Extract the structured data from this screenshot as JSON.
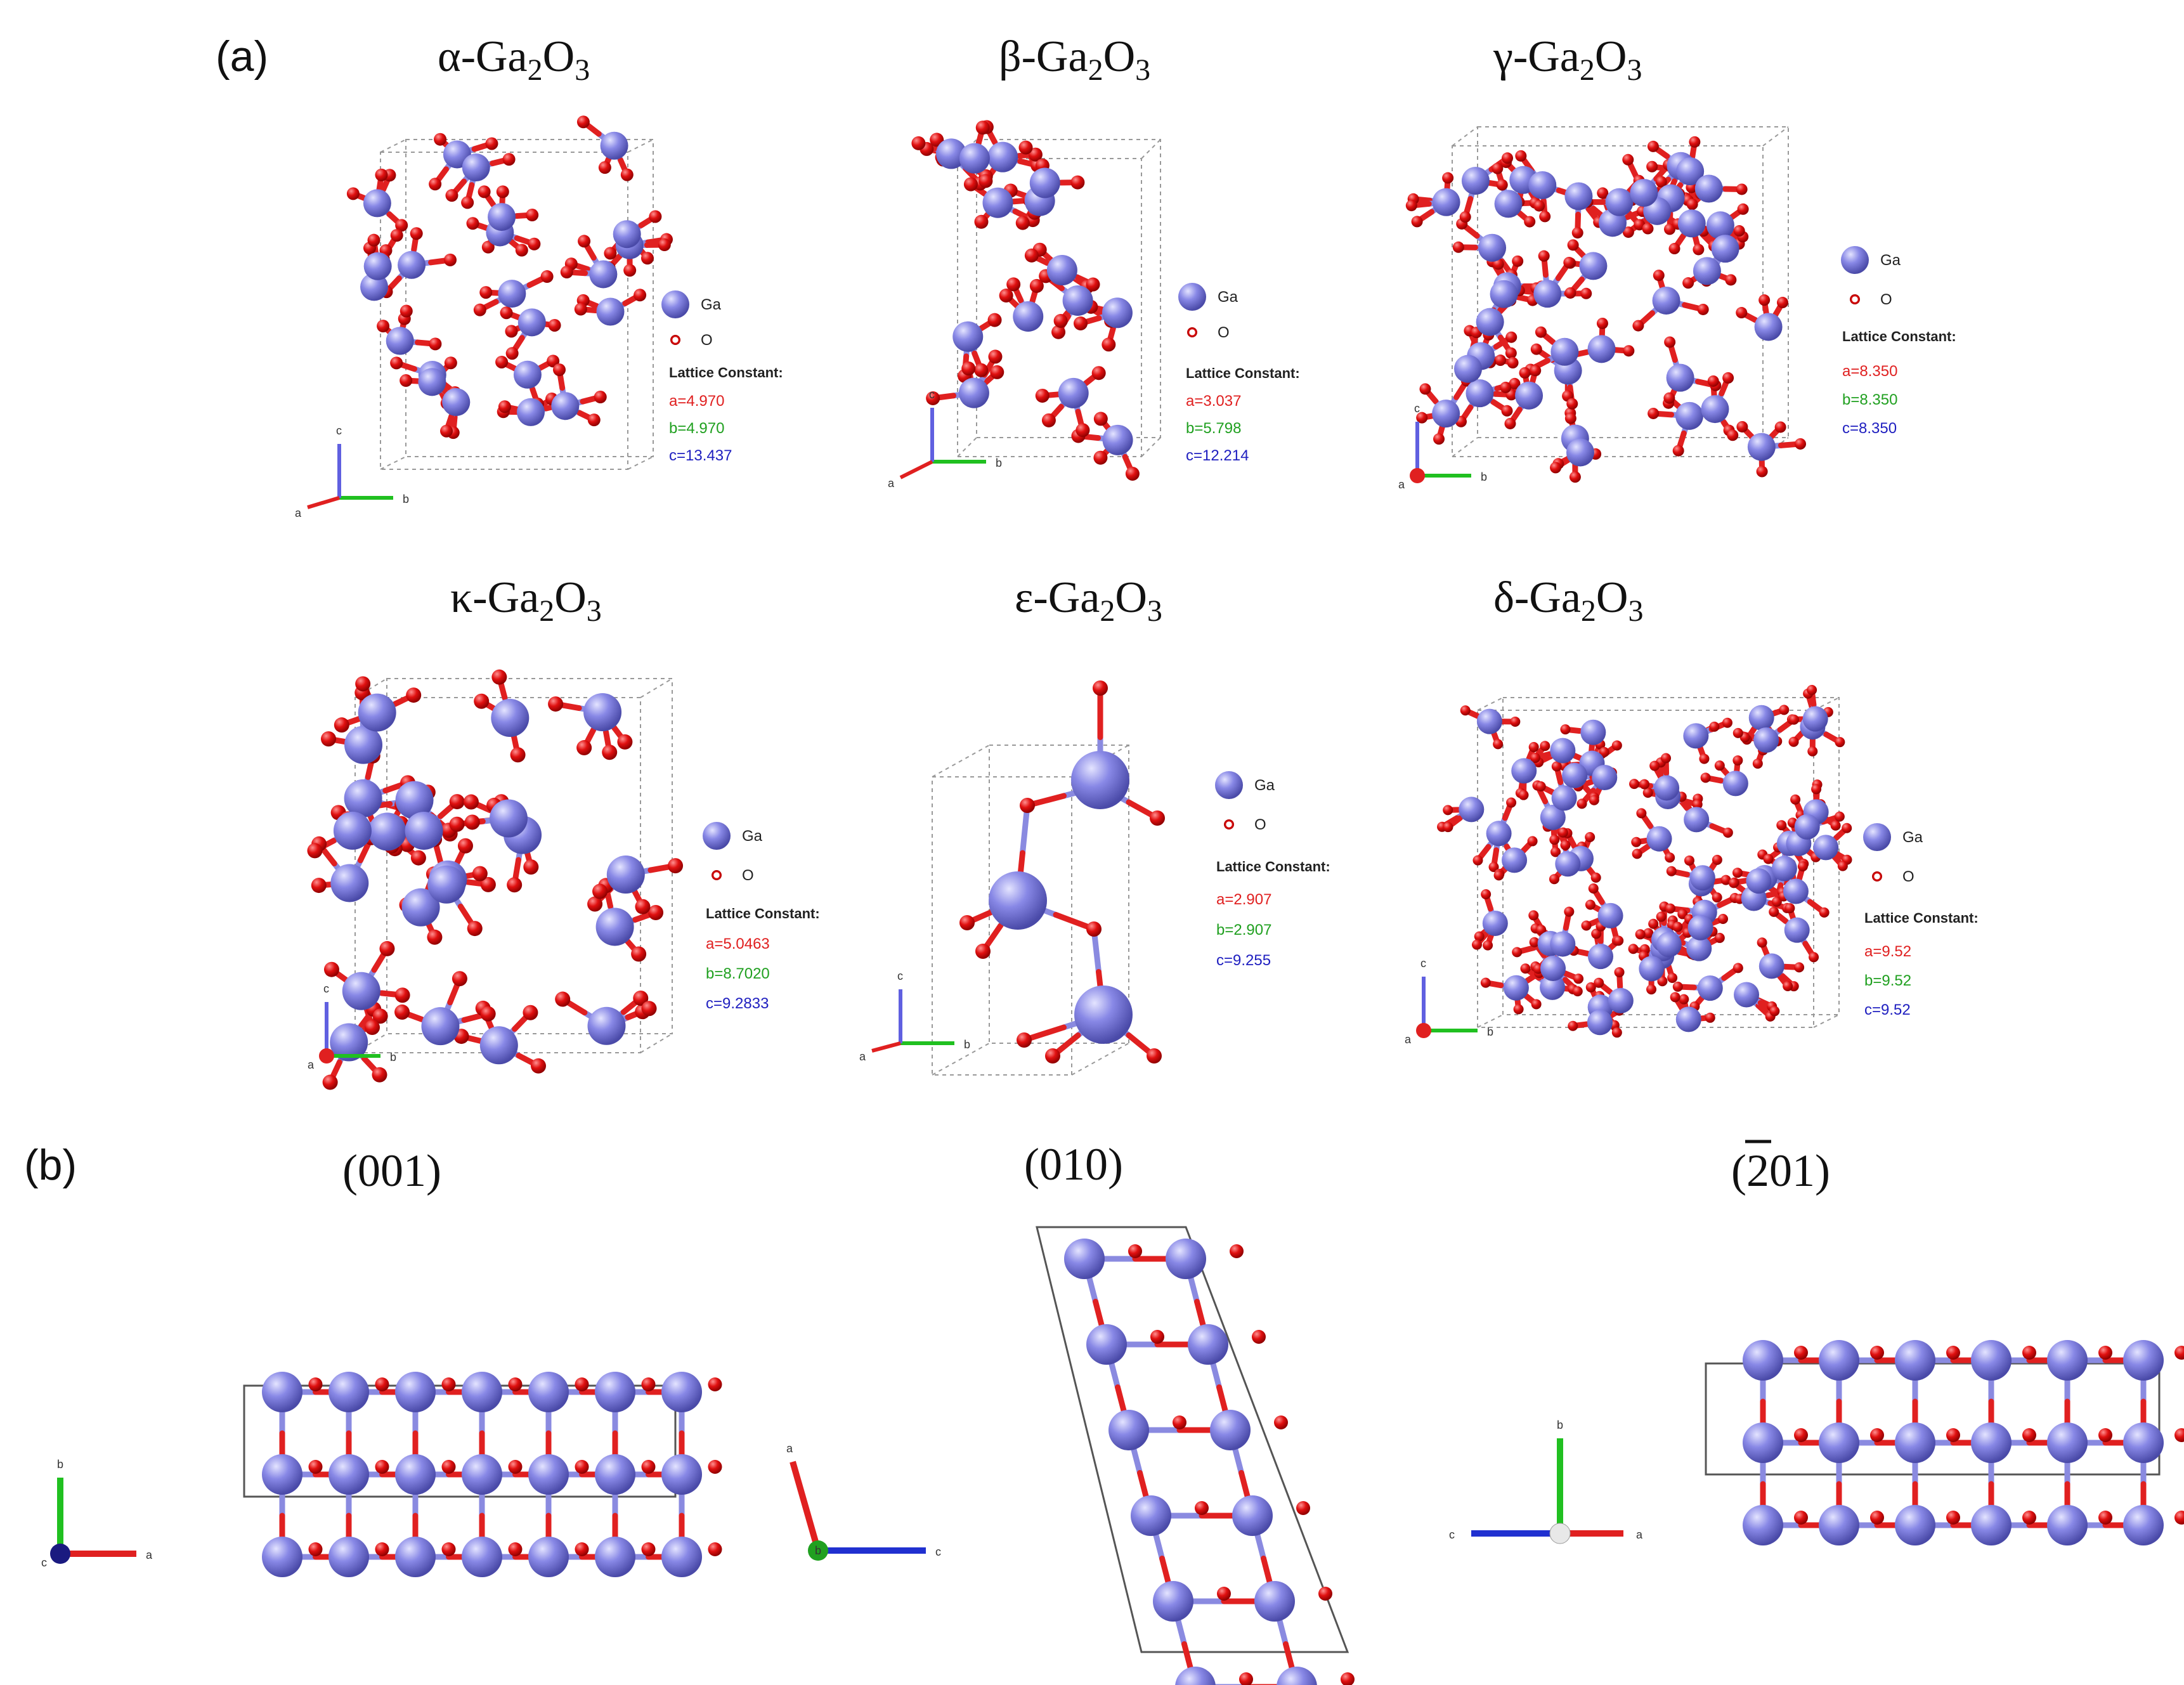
{
  "figure": {
    "panel_a_label": "(a)",
    "panel_b_label": "(b)",
    "legend": {
      "ga": "Ga",
      "o": "O",
      "lattice_heading": "Lattice Constant:"
    },
    "colors": {
      "ga": "#8080e0",
      "o": "#e01010",
      "axis_a": "#e02020",
      "axis_b": "#20c020",
      "axis_c": "#6060e0",
      "lat_a": "#e02020",
      "lat_b": "#20a020",
      "lat_c": "#2020c0"
    },
    "polymorphs": [
      {
        "greek": "α",
        "lat": {
          "a": "a=4.970",
          "b": "b=4.970",
          "c": "c=13.437"
        },
        "axes": {
          "x": "a",
          "y": "b",
          "z": "c"
        }
      },
      {
        "greek": "β",
        "lat": {
          "a": "a=3.037",
          "b": "b=5.798",
          "c": "c=12.214"
        },
        "axes": {
          "x": "a",
          "y": "b",
          "z": "c"
        }
      },
      {
        "greek": "γ",
        "lat": {
          "a": "a=8.350",
          "b": "b=8.350",
          "c": "c=8.350"
        },
        "axes": {
          "x": "a",
          "y": "b",
          "z": "c"
        }
      },
      {
        "greek": "κ",
        "lat": {
          "a": "a=5.0463",
          "b": "b=8.7020",
          "c": "c=9.2833"
        },
        "axes": {
          "x": "a",
          "y": "b",
          "z": "c"
        }
      },
      {
        "greek": "ε",
        "lat": {
          "a": "a=2.907",
          "b": "b=2.907",
          "c": "c=9.255"
        },
        "axes": {
          "x": "a",
          "y": "b",
          "z": "c"
        }
      },
      {
        "greek": "δ",
        "lat": {
          "a": "a=9.52",
          "b": "b=9.52",
          "c": "c=9.52"
        },
        "axes": {
          "x": "a",
          "y": "b",
          "z": "c"
        }
      }
    ],
    "formula": {
      "ga": "-Ga",
      "two": "2",
      "o": "O",
      "three": "3"
    },
    "surfaces": [
      {
        "label": "(001)",
        "axis_h": "a",
        "axis_v": "b",
        "axis_out": "c"
      },
      {
        "label": "(010)",
        "axis_h": "c",
        "axis_v": "a",
        "axis_out": "b"
      },
      {
        "label_bar": "2",
        "label_pre": "(",
        "label_post": "01)",
        "axis_h": "c",
        "axis_v": "b",
        "axis_out": "a"
      }
    ]
  }
}
